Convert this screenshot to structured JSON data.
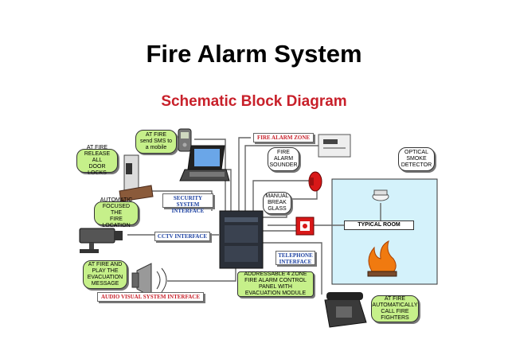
{
  "header": {
    "title": "Fire Alarm System",
    "subtitle": "Schematic Block Diagram"
  },
  "bubbles": {
    "sms": "AT FIRE\nsend SMS to\na mobile",
    "door": "AT FIRE\nRELEASE ALL\nDOOR LOCKS",
    "cctv_focus": "AUTOMATIC\nFOCUSED THE\nFIRE LOCATION",
    "evac_msg": "AT FIRE AND\nPLAY THE\nEVACUATION\nMESSAGE",
    "sounder": "FIRE\nALARM\nSOUNDER",
    "break_glass": "MANUAL\nBREAK\nGLASS",
    "smoke": "OPTICAL\nSMOKE\nDETECTOR",
    "panel": "ADDRESSABLE 4 ZONE\nFIRE ALARM CONTROL\nPANEL WITH\nEVACUATION MODULE",
    "call": "AT FIRE\nAUTOMATICALLY\nCALL FIRE\nFIGHTERS"
  },
  "labels": {
    "fire_zone": "FIRE ALARM ZONE",
    "security": "SECURITY SYSTEM\nINTERFACE",
    "cctv": "CCTV   INTERFACE",
    "telephone": "TELEPHONE\nINTERFACE",
    "audio": "AUDIO VISUAL SYSTEM INTERFACE",
    "room": "TYPICAL ROOM"
  },
  "colors": {
    "bubble_fill": "#c6f08a",
    "room_fill": "#d4f2fb",
    "title_red": "#c8202a",
    "label_blue": "#1a3fa0",
    "flame": "#f07a10"
  }
}
